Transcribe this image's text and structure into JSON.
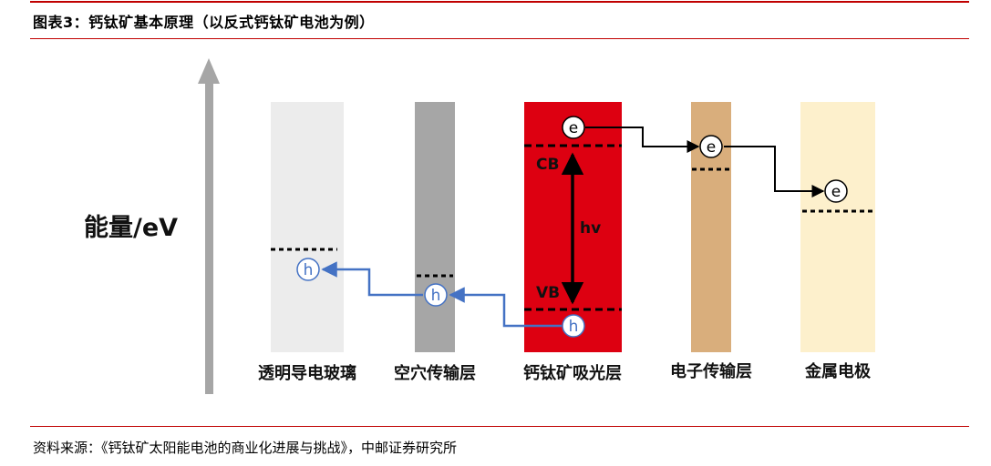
{
  "header": {
    "title": "图表3：钙钛矿基本原理（以反式钙钛矿电池为例）"
  },
  "diagram": {
    "axis_label": "能量/eV",
    "layers": [
      {
        "name": "透明导电玻璃",
        "color": "#ececec"
      },
      {
        "name": "空穴传输层",
        "color": "#a6a6a6"
      },
      {
        "name": "钙钛矿吸光层",
        "color": "#dd0011"
      },
      {
        "name": "电子传输层",
        "color": "#d9ae7c"
      },
      {
        "name": "金属电极",
        "color": "#fdf0cc"
      }
    ],
    "band_labels": {
      "cb": "CB",
      "vb": "VB",
      "photon": "hv"
    },
    "electron_symbol": "e",
    "hole_symbol": "h",
    "colors": {
      "electron_path": "#000000",
      "hole_path": "#4472c4",
      "axis": "#a6a6a6"
    }
  },
  "footer": {
    "source": "资料来源：《钙钛矿太阳能电池的商业化进展与挑战》，中邮证券研究所"
  }
}
